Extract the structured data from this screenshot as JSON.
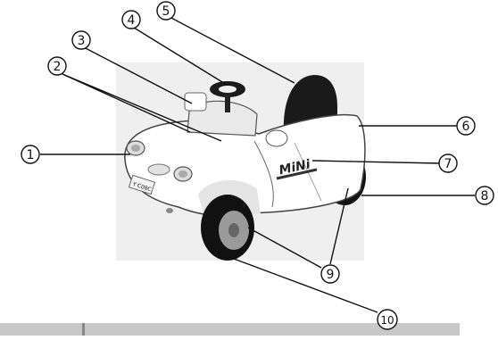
{
  "callouts": [
    {
      "label": "1",
      "part": "headlight"
    },
    {
      "label": "2",
      "part": "windshield-wipers"
    },
    {
      "label": "3",
      "part": "windshield"
    },
    {
      "label": "4",
      "part": "steering-wheel"
    },
    {
      "label": "5",
      "part": "seat"
    },
    {
      "label": "6",
      "part": "rear-body"
    },
    {
      "label": "7",
      "part": "door-decal"
    },
    {
      "label": "8",
      "part": "rear-wheel"
    },
    {
      "label": "9",
      "part": "wheel-rims"
    },
    {
      "label": "10",
      "part": "front-tire"
    }
  ],
  "car": {
    "plate_text": "Y C08C",
    "decal_text": "MiNi",
    "colors": {
      "backdrop": "#efefef",
      "body": "#ffffff",
      "outline": "#444444",
      "tire": "#111111",
      "rim": "#9a9a9a",
      "seat": "#1a1a1a",
      "bottom_strip": "#c8c8c8"
    }
  }
}
